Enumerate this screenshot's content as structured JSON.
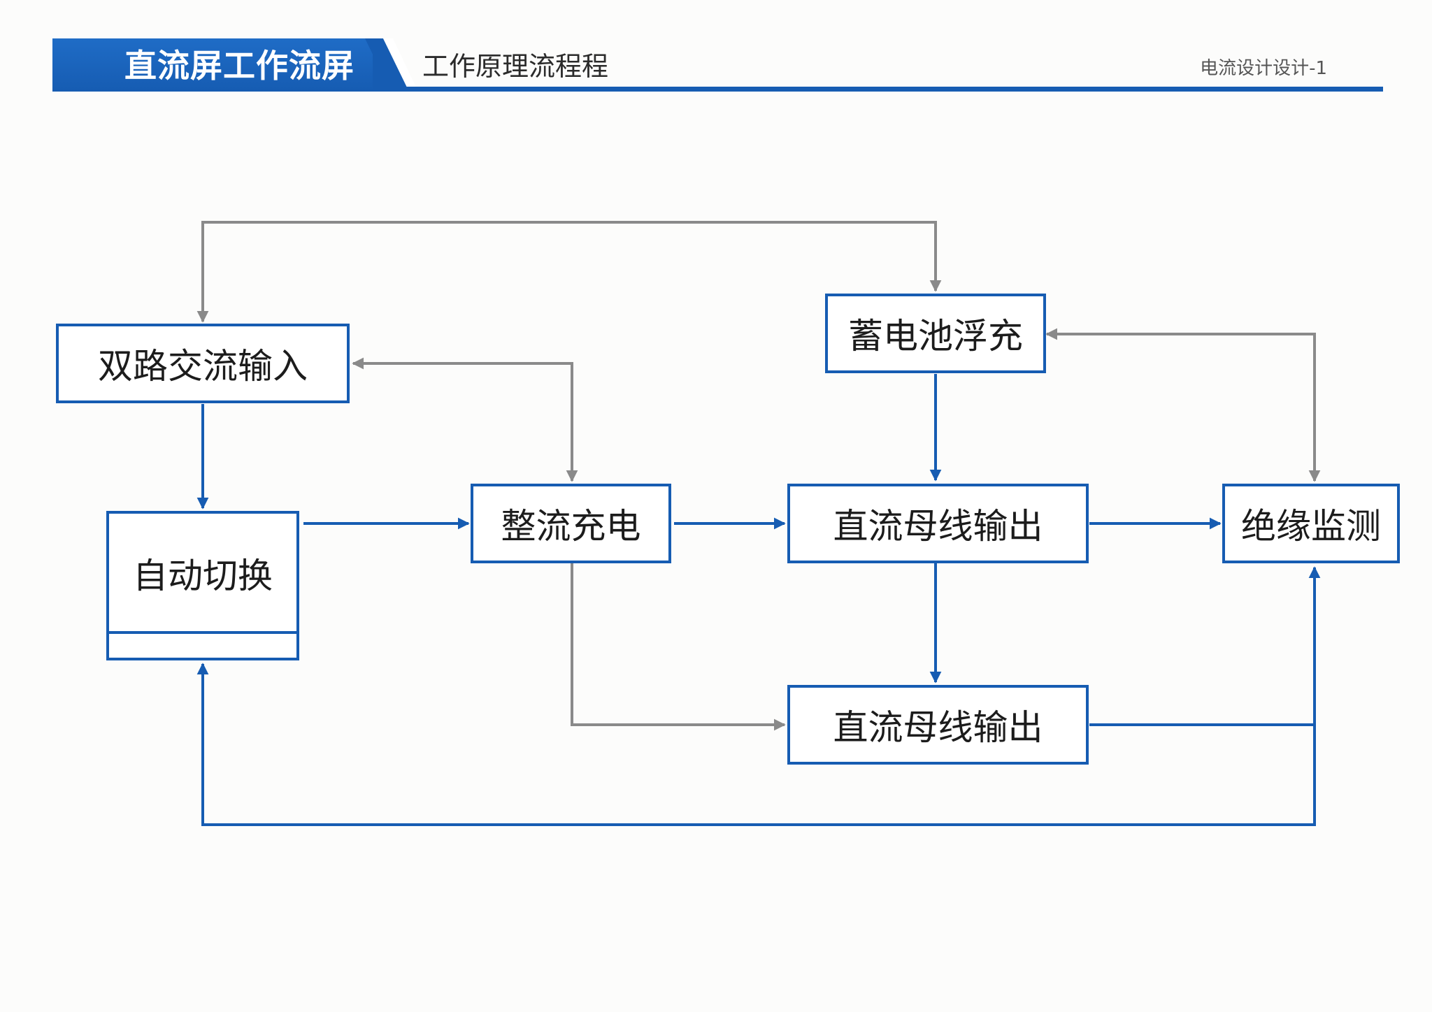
{
  "header": {
    "title": "直流屏工作流屏",
    "subtitle": "工作原理流程程",
    "page_code": "电流设计设计-1"
  },
  "colors": {
    "primary_blue": "#165cb2",
    "connector_gray": "#8a8a8a",
    "text": "#1c1c1c"
  },
  "nodes": {
    "ac_input": "双路交流输入",
    "auto_switch": "自动切换",
    "rectifier_charge": "整流充电",
    "battery_float": "蓄电池浮充",
    "dc_bus_output_1": "直流母线输出",
    "dc_bus_output_2": "直流母线输出",
    "insulation_monitor": "绝缘监测"
  },
  "connections": [
    {
      "from": "ac_input",
      "to": "battery_float",
      "color": "gray",
      "bidirectional": true
    },
    {
      "from": "ac_input",
      "to": "rectifier_charge",
      "color": "gray",
      "bidirectional": true
    },
    {
      "from": "ac_input",
      "to": "auto_switch",
      "color": "blue"
    },
    {
      "from": "auto_switch",
      "to": "rectifier_charge",
      "color": "blue"
    },
    {
      "from": "rectifier_charge",
      "to": "dc_bus_output_1",
      "color": "blue"
    },
    {
      "from": "dc_bus_output_1",
      "to": "insulation_monitor",
      "color": "blue"
    },
    {
      "from": "battery_float",
      "to": "dc_bus_output_1",
      "color": "blue"
    },
    {
      "from": "battery_float",
      "to": "insulation_monitor",
      "color": "gray",
      "bidirectional": true
    },
    {
      "from": "dc_bus_output_1",
      "to": "dc_bus_output_2",
      "color": "blue"
    },
    {
      "from": "rectifier_charge",
      "to": "dc_bus_output_2",
      "color": "gray"
    },
    {
      "from": "dc_bus_output_2",
      "to": "insulation_monitor",
      "color": "blue"
    },
    {
      "from": "insulation_monitor",
      "to": "auto_switch",
      "color": "blue"
    }
  ]
}
